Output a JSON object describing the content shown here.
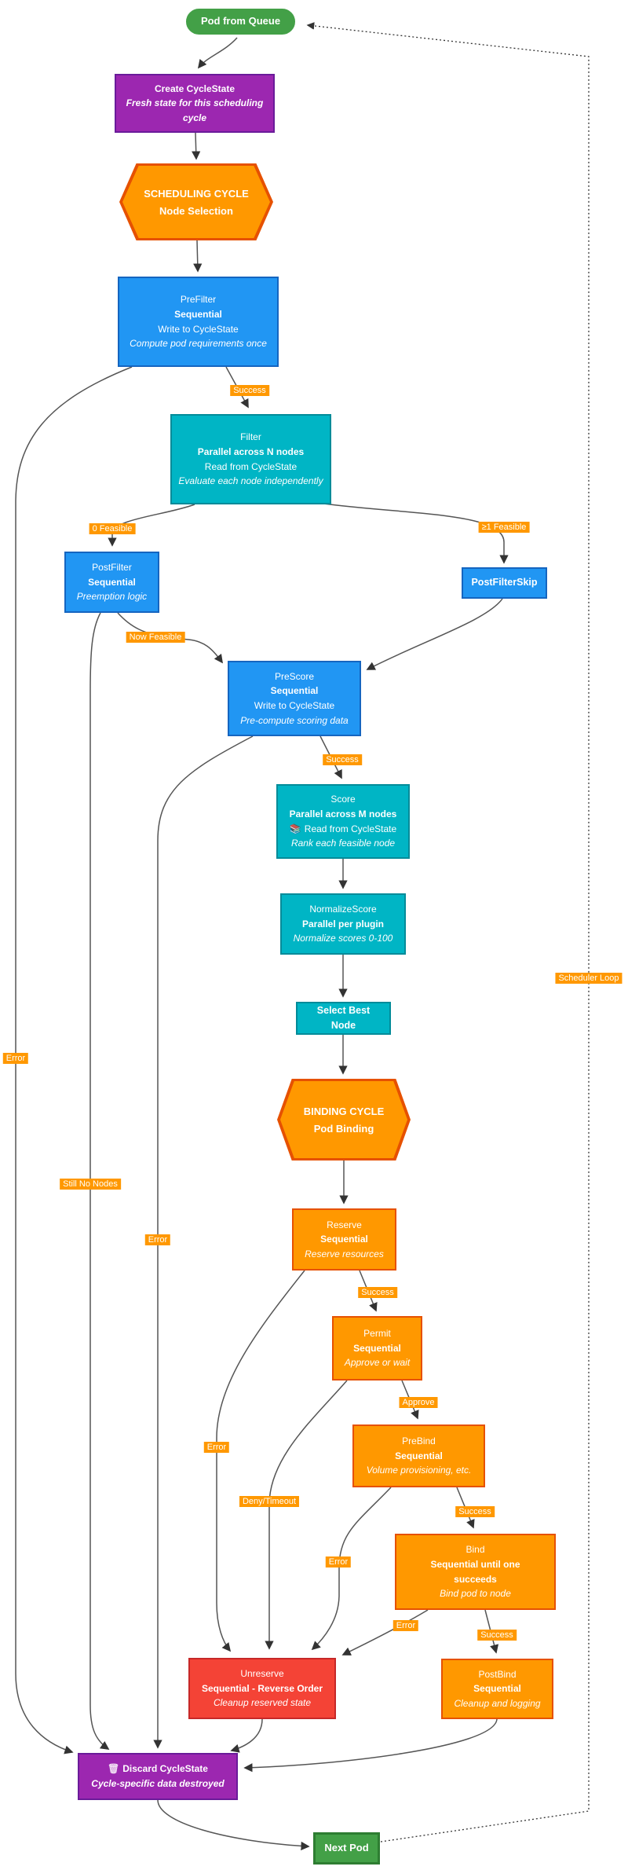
{
  "diagram": {
    "nodes": {
      "pod_from_queue": {
        "label": "Pod from Queue"
      },
      "create_cyclestate": {
        "title": "Create CycleState",
        "note": "Fresh state for this scheduling cycle"
      },
      "scheduling_cycle": {
        "title": "SCHEDULING CYCLE",
        "subtitle": "Node Selection"
      },
      "prefilter": {
        "title": "PreFilter",
        "mode": "Sequential",
        "line": "Write to CycleState",
        "note": "Compute pod requirements once"
      },
      "filter": {
        "title": "Filter",
        "mode": "Parallel across N nodes",
        "line": "Read from CycleState",
        "note": "Evaluate each node independently"
      },
      "postfilter": {
        "title": "PostFilter",
        "mode": "Sequential",
        "note": "Preemption logic"
      },
      "postfilterskip": {
        "label": "PostFilterSkip"
      },
      "prescore": {
        "title": "PreScore",
        "mode": "Sequential",
        "line": "Write to CycleState",
        "note": "Pre-compute scoring data"
      },
      "score": {
        "title": "Score",
        "mode": "Parallel across M nodes",
        "icon": "📚",
        "line": "Read from CycleState",
        "note": "Rank each feasible node"
      },
      "normalizescore": {
        "title": "NormalizeScore",
        "mode": "Parallel per plugin",
        "note": "Normalize scores 0-100"
      },
      "select_best_node": {
        "label": "Select Best Node"
      },
      "binding_cycle": {
        "title": "BINDING CYCLE",
        "subtitle": "Pod Binding"
      },
      "reserve": {
        "title": "Reserve",
        "mode": "Sequential",
        "note": "Reserve resources"
      },
      "permit": {
        "title": "Permit",
        "mode": "Sequential",
        "note": "Approve or wait"
      },
      "prebind": {
        "title": "PreBind",
        "mode": "Sequential",
        "note": "Volume provisioning, etc."
      },
      "bind": {
        "title": "Bind",
        "mode": "Sequential until one succeeds",
        "note": "Bind pod to node"
      },
      "unreserve": {
        "title": "Unreserve",
        "mode": "Sequential - Reverse Order",
        "note": "Cleanup reserved state"
      },
      "postbind": {
        "title": "PostBind",
        "mode": "Sequential",
        "note": "Cleanup and logging"
      },
      "discard_cyclestate": {
        "icon": "🗑",
        "title": "Discard CycleState",
        "note": "Cycle-specific data destroyed"
      },
      "next_pod": {
        "label": "Next Pod"
      }
    },
    "edge_labels": {
      "success": "Success",
      "error": "Error",
      "zero_feasible": "0 Feasible",
      "ge1_feasible": "≥1 Feasible",
      "now_feasible": "Now Feasible",
      "still_no_nodes": "Still No Nodes",
      "approve": "Approve",
      "deny_timeout": "Deny/Timeout",
      "scheduler_loop": "Scheduler Loop"
    },
    "colors": {
      "green_fill": "#43A047",
      "green_border": "#2E7D32",
      "purple_fill": "#9C27B0",
      "purple_border": "#6A1B9A",
      "orange_fill": "#FF9800",
      "orange_border": "#E65100",
      "blue_fill": "#2196F3",
      "blue_border": "#1565C0",
      "teal_fill": "#00B5C5",
      "teal_border": "#008B99",
      "red_fill": "#F44336",
      "red_border": "#C62828",
      "edge": "#555555",
      "arrow": "#333333"
    }
  }
}
